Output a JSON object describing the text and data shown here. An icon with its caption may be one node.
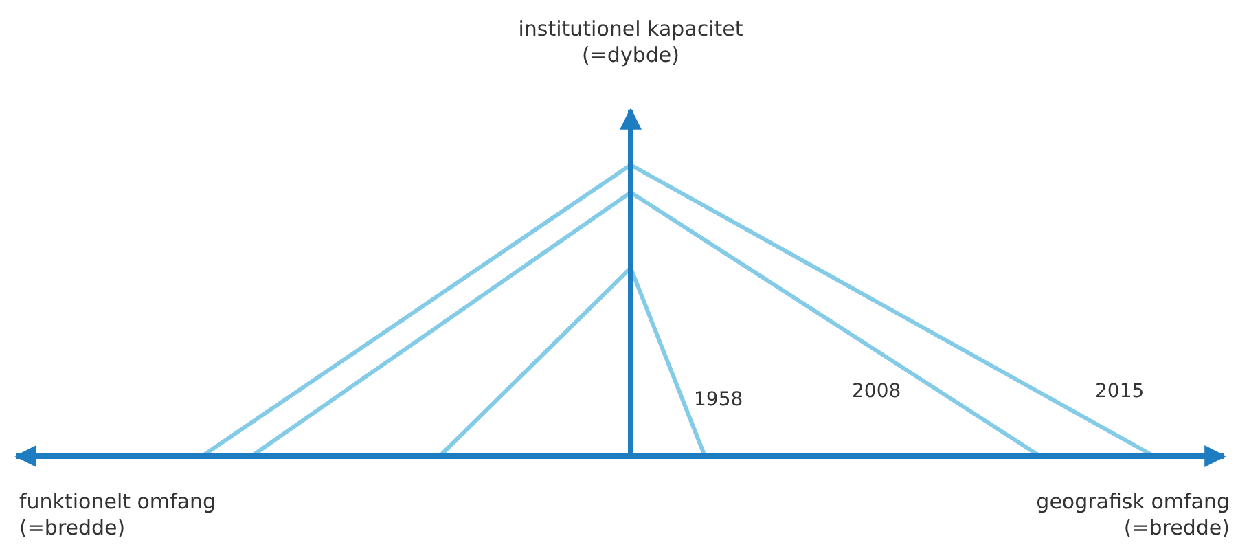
{
  "diagram": {
    "labels": [
      "institutionel kapacitet (=dybde)",
      "1958",
      "2008",
      "2015",
      "funktionelt omfang (=bredde)",
      "geografisk omfang (=bredde)"
    ]
  }
}
